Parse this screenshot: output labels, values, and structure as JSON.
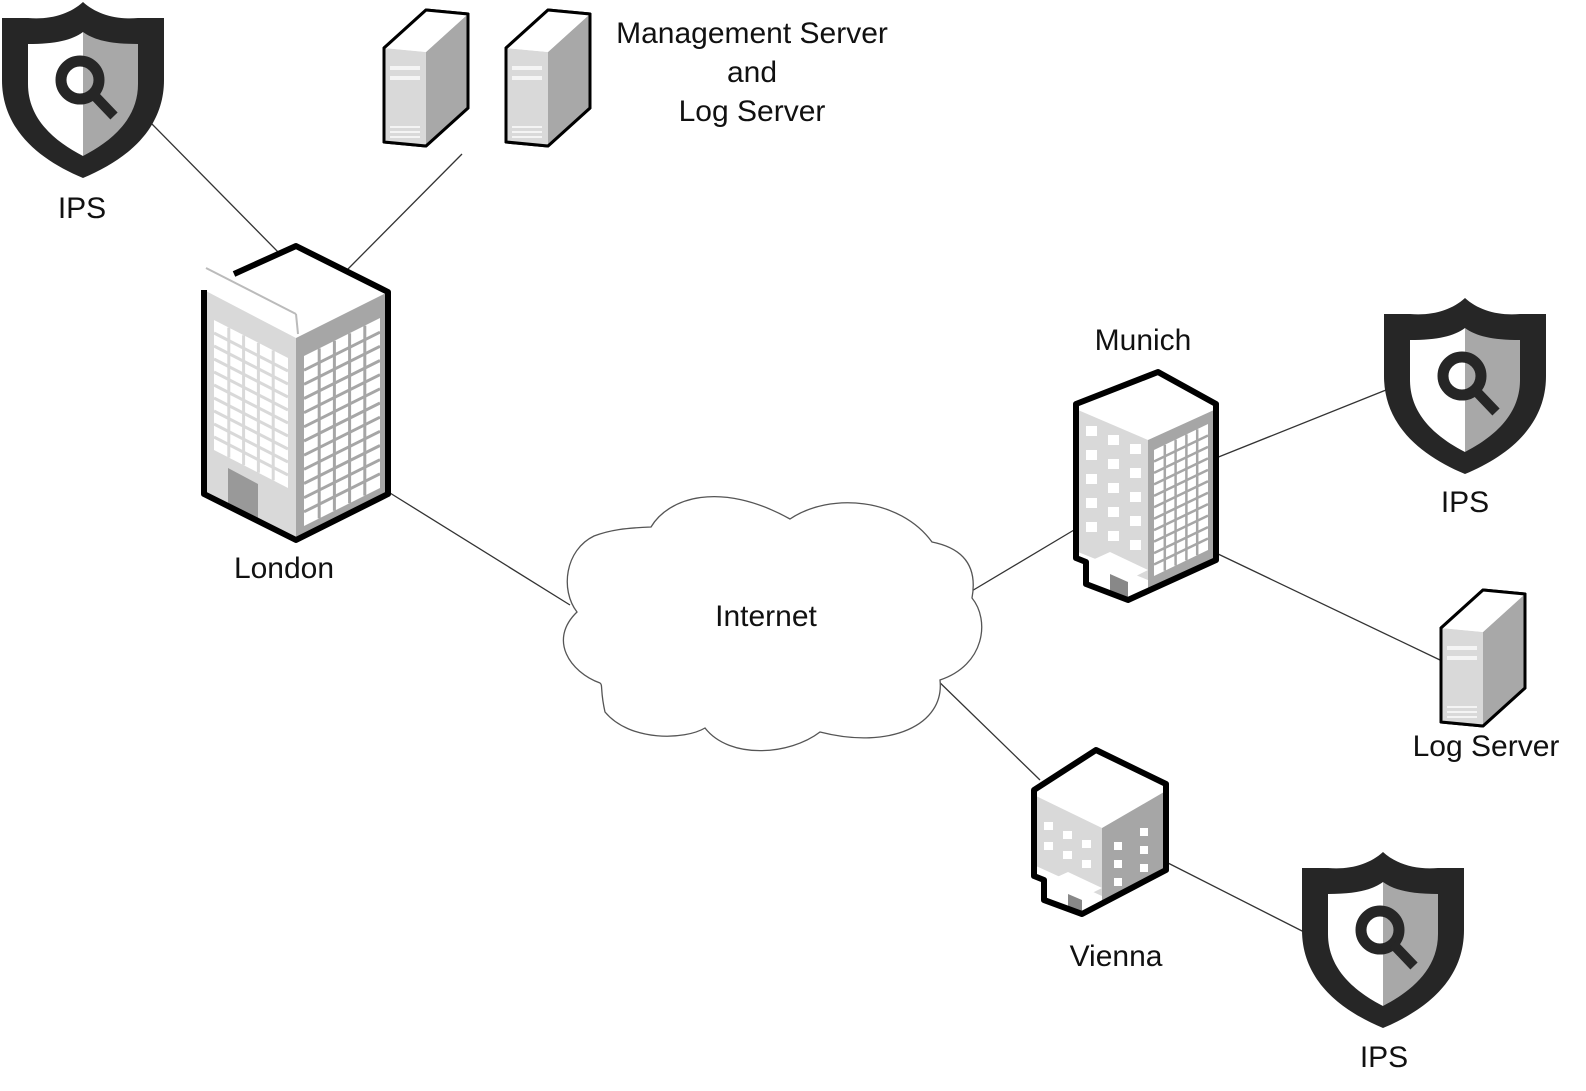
{
  "diagram": {
    "title": "IPS deployment across sites",
    "colors": {
      "outline": "#000000",
      "shield_dark": "#262626",
      "shield_light": "#ffffff",
      "shield_shade": "#a8a8a8",
      "building_front": "#d9d9d9",
      "building_side": "#a6a6a6",
      "building_top": "#ffffff",
      "connector": "#333333"
    },
    "nodes": {
      "ips_london": {
        "label": "IPS",
        "icon": "shield-search-icon"
      },
      "mgmt_servers": {
        "label_lines": [
          "Management Server",
          "and",
          "Log Server"
        ],
        "icon": "server-tower-icon"
      },
      "london": {
        "label": "London",
        "icon": "office-tower-icon"
      },
      "internet": {
        "label": "Internet",
        "icon": "cloud-icon"
      },
      "munich": {
        "label": "Munich",
        "icon": "office-building-icon"
      },
      "ips_munich": {
        "label": "IPS",
        "icon": "shield-search-icon"
      },
      "log_server_munich": {
        "label": "Log Server",
        "icon": "server-tower-icon"
      },
      "vienna": {
        "label": "Vienna",
        "icon": "small-office-icon"
      },
      "ips_vienna": {
        "label": "IPS",
        "icon": "shield-search-icon"
      }
    },
    "connections": [
      {
        "from": "ips_london",
        "to": "london"
      },
      {
        "from": "mgmt_servers",
        "to": "london"
      },
      {
        "from": "london",
        "to": "internet"
      },
      {
        "from": "internet",
        "to": "munich"
      },
      {
        "from": "internet",
        "to": "vienna"
      },
      {
        "from": "munich",
        "to": "ips_munich"
      },
      {
        "from": "munich",
        "to": "log_server_munich"
      },
      {
        "from": "vienna",
        "to": "ips_vienna"
      }
    ]
  }
}
